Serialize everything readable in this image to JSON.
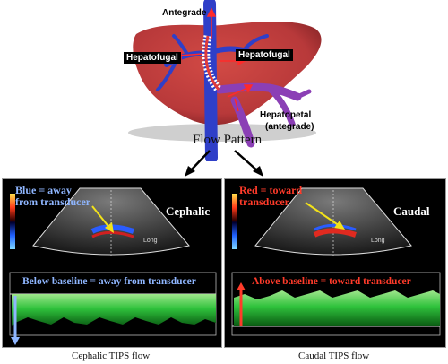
{
  "top": {
    "label_antegrade": "Antegrade",
    "label_hepatofugal_left": "Hepatofugal",
    "label_hepatofugal_right": "Hepatofugal",
    "label_hepatopetal_line1": "Hepatopetal",
    "label_hepatopetal_line2": "(antegrade)",
    "flow_pattern_title": "Flow Pattern"
  },
  "left_panel": {
    "note_line1": "Blue = away",
    "note_line2": "from transducer",
    "view_label": "Cephalic",
    "probe_label": "Long",
    "baseline_text": "Below baseline = away from transducer",
    "caption": "Cephalic TIPS flow"
  },
  "right_panel": {
    "note_line1": "Red = toward",
    "note_line2": "transducer",
    "view_label": "Caudal",
    "probe_label": "Long",
    "baseline_text": "Above baseline = toward transducer",
    "caption": "Caudal TIPS flow"
  },
  "colors": {
    "liver": "#b8393a",
    "vein_blue": "#2f3fc8",
    "portal_purple": "#8b3fb5",
    "note_blue": "#8fb6ff",
    "note_red": "#ff3b2a",
    "doppler_green": "#29c23a",
    "arrow_yellow": "#f2e21a"
  }
}
